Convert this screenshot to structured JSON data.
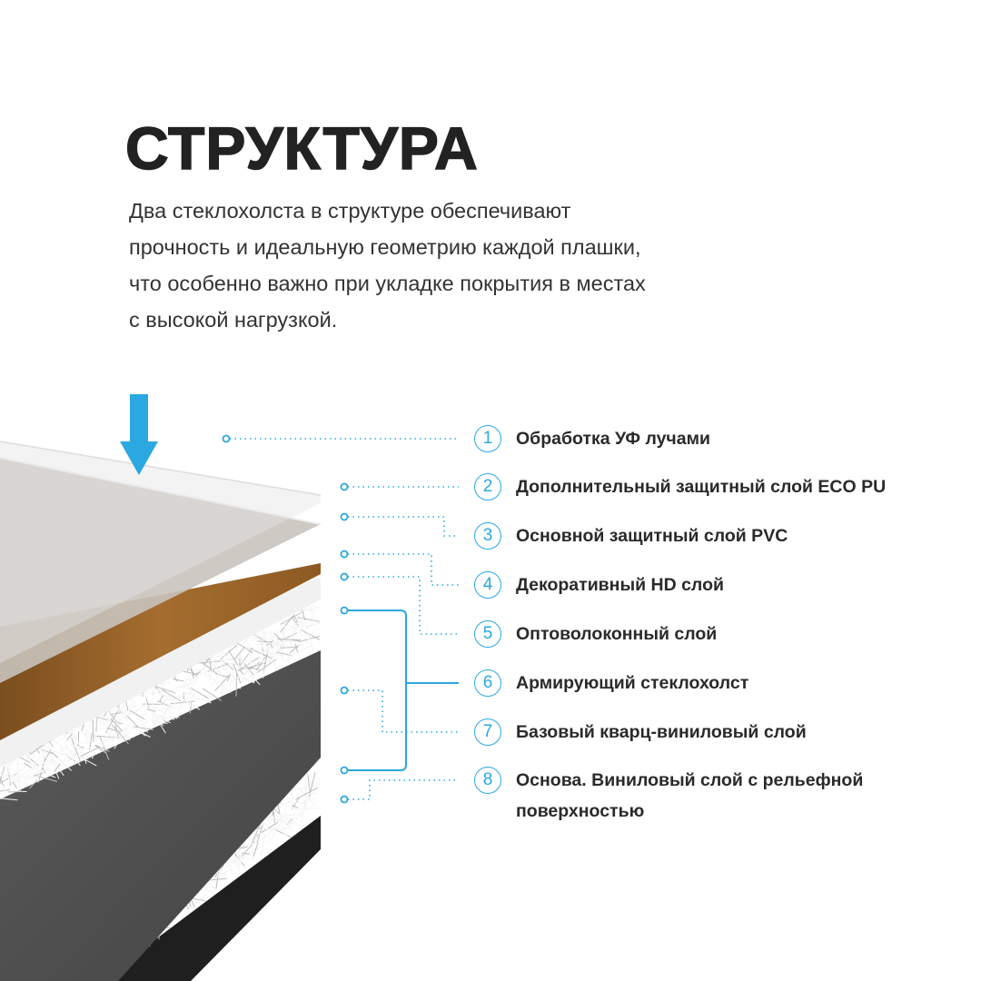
{
  "title": "СТРУКТУРА",
  "description": [
    "Два стеклохолста в структуре обеспечивают",
    "прочность и идеальную геометрию каждой плашки,",
    "что особенно важно при укладке покрытия в местах",
    "с высокой нагрузкой."
  ],
  "accent_color": "#2aa8df",
  "layers": [
    {
      "number": "1",
      "label": "Обработка УФ лучами"
    },
    {
      "number": "2",
      "label": "Дополнительный защитный слой ECO PU"
    },
    {
      "number": "3",
      "label": "Основной защитный слой PVC"
    },
    {
      "number": "4",
      "label": "Декоративный HD слой"
    },
    {
      "number": "5",
      "label": "Оптоволоконный слой"
    },
    {
      "number": "6",
      "label": "Армирующий стеклохолст"
    },
    {
      "number": "7",
      "label": "Базовый кварц-виниловый слой"
    },
    {
      "number": "8",
      "label": "Основа. Виниловый слой с рельефной",
      "label_line2": "поверхностью"
    }
  ]
}
